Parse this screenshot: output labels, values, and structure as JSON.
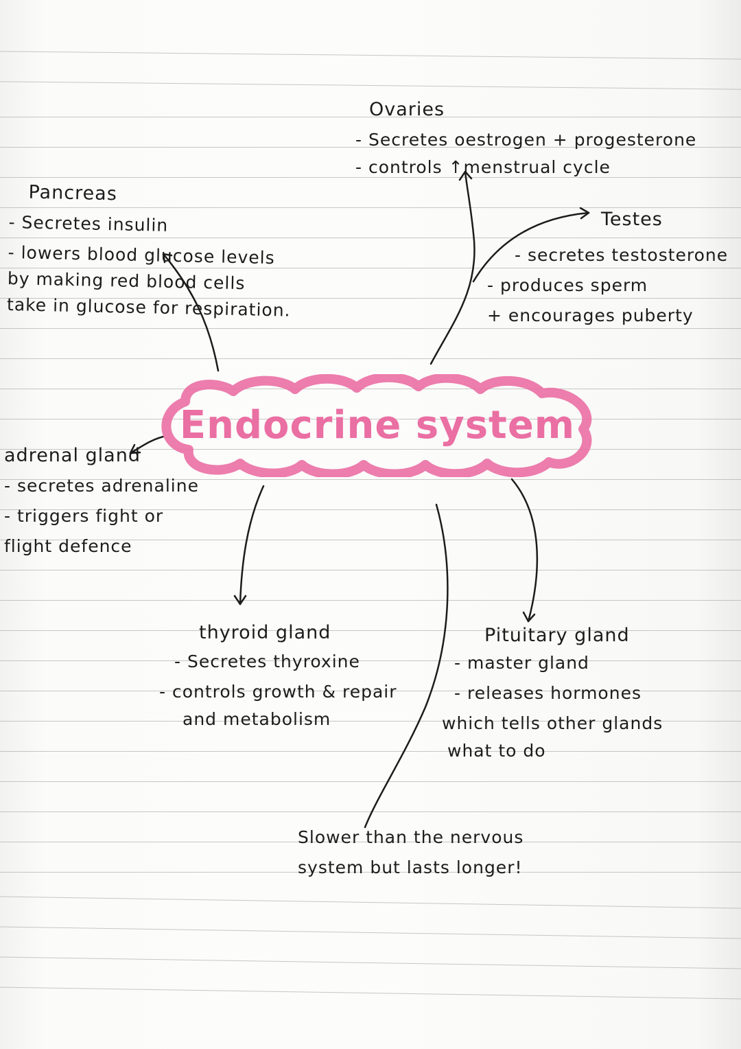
{
  "page": {
    "paper_color": "#fbfbfa",
    "ink_color": "#1c1c1c",
    "highlight_color": "#ea6fa3"
  },
  "center": {
    "label": "Endocrine system"
  },
  "nodes": {
    "ovaries": {
      "title": "Ovaries",
      "lines": [
        "- Secretes  oestrogen + progesterone",
        "- controls ↑menstrual cycle"
      ]
    },
    "pancreas": {
      "title": "Pancreas",
      "lines": [
        "- Secretes insulin",
        "- lowers blood glucose levels",
        "by making red blood cells",
        "take in glucose for respiration."
      ]
    },
    "testes": {
      "title": "Testes",
      "lines": [
        "- secretes testosterone",
        "- produces sperm",
        "+ encourages puberty"
      ]
    },
    "adrenal": {
      "title": "adrenal gland",
      "lines": [
        "- secretes adrenaline",
        "- triggers fight or",
        "flight defence"
      ]
    },
    "thyroid": {
      "title": "thyroid gland",
      "lines": [
        "- Secretes thyroxine",
        "- controls growth & repair",
        "and metabolism"
      ]
    },
    "pituitary": {
      "title": "Pituitary gland",
      "lines": [
        "- master gland",
        "- releases hormones",
        "which tells other glands",
        "what to do"
      ]
    },
    "footnote": {
      "lines": [
        "Slower than the nervous",
        "system but lasts longer!"
      ]
    }
  }
}
